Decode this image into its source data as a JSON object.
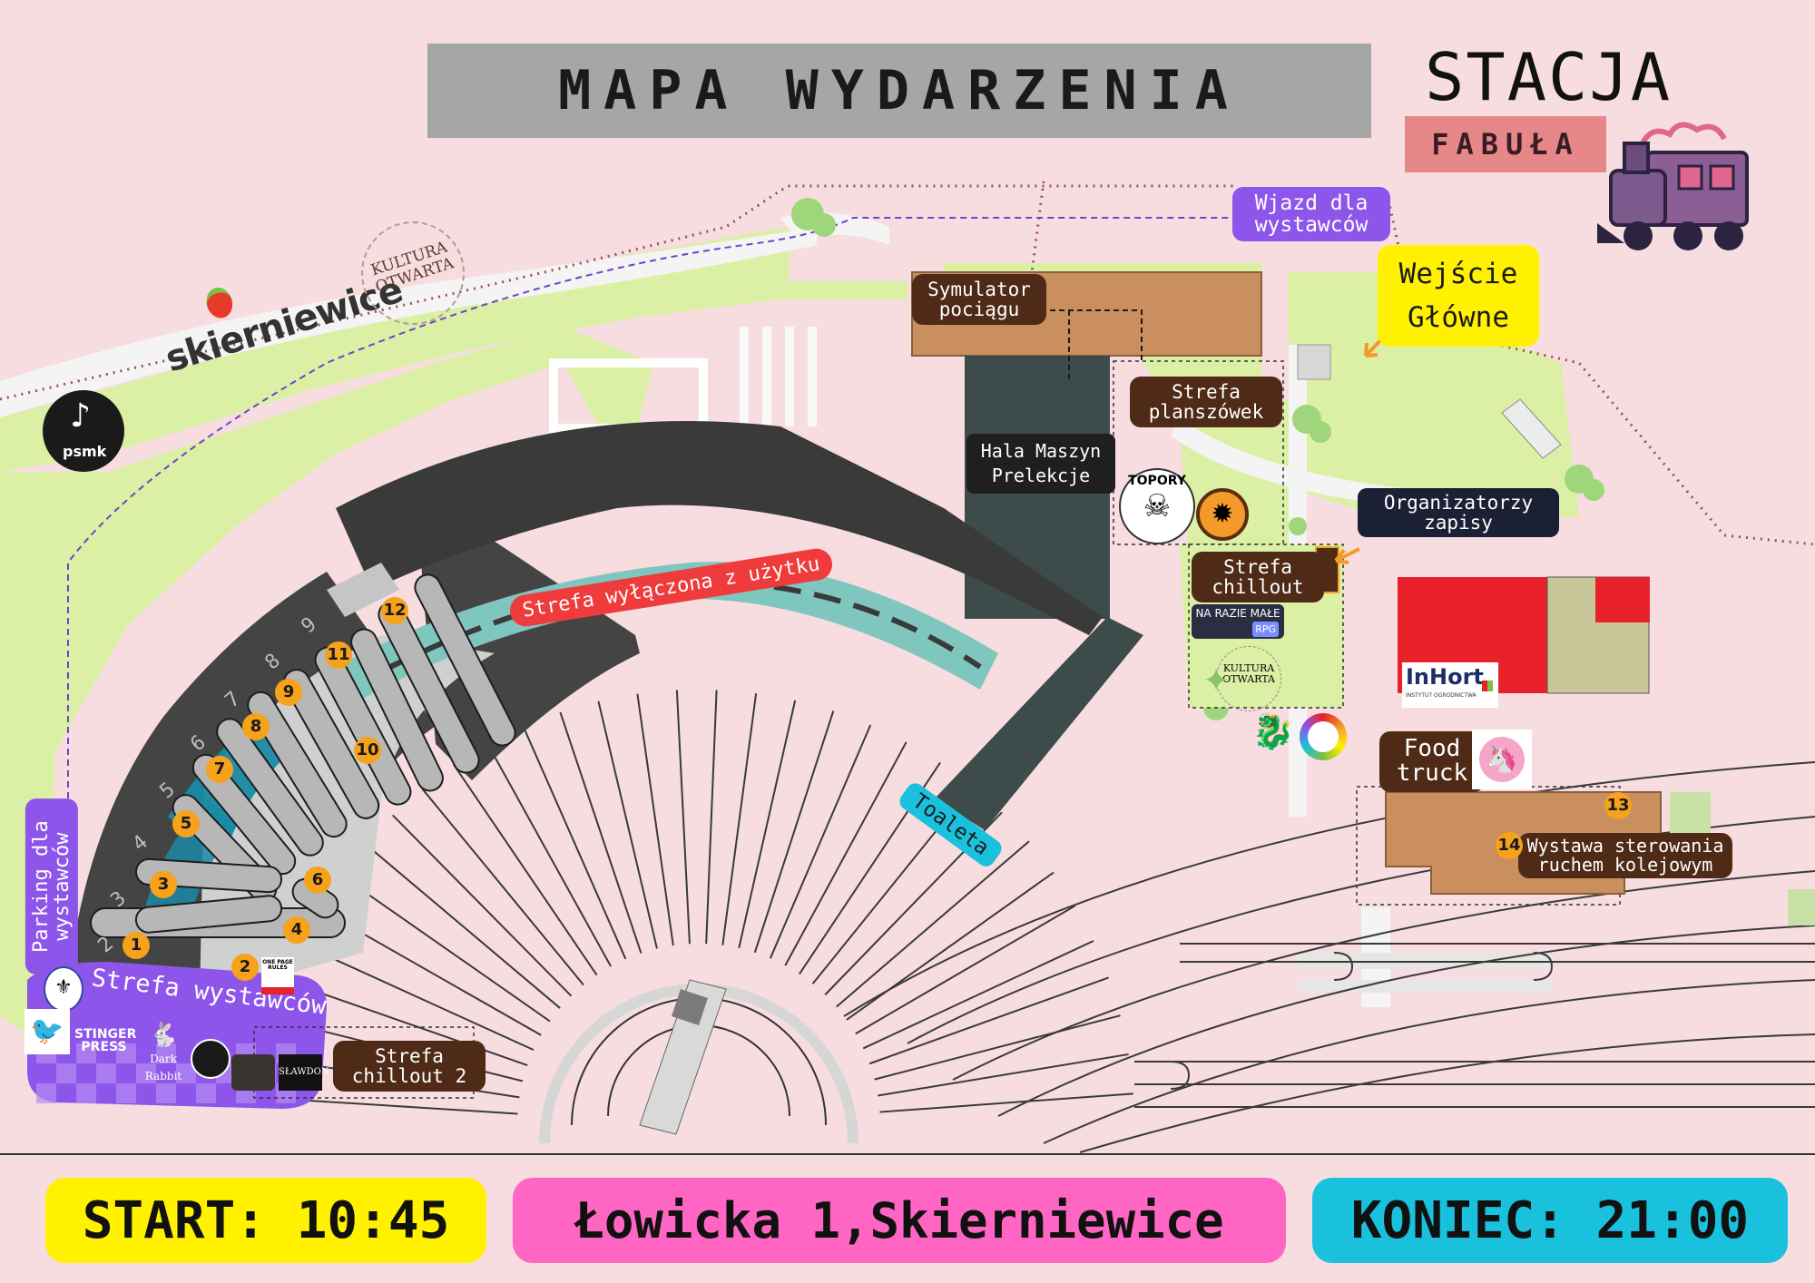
{
  "title": "MAPA WYDARZENIA",
  "brand": {
    "name": "STACJA",
    "tagline": "FABUŁA"
  },
  "sponsors": {
    "city": "skierniewice",
    "culture": "KULTURA OTWARTA",
    "psmk": "psmk"
  },
  "labels": {
    "wjazd": "Wjazd dla wystawców",
    "entrance": "Wejście Główne",
    "simulator": "Symulator pociągu",
    "boardgames": "Strefa planszówek",
    "hall": "Hala Maszyn Prelekcje",
    "organizers": "Organizatorzy zapisy",
    "chillout": "Strefa chillout",
    "disabled_zone": "Strefa wyłączona z użytku",
    "toilet": "Toaleta",
    "food_truck": "Food truck",
    "exhibition": "Wystawa sterowania ruchem kolejowym",
    "parking": "Parking dla wystawców",
    "exhibitors_zone": "Strefa wystawców",
    "chillout2": "Strefa chillout 2"
  },
  "partners": {
    "topory": "TOPORY",
    "na_razie": "NA RAZIE MAŁE",
    "rpg": "RPG",
    "kultura_small": "KULTURA OTWARTA",
    "inhort": "InHort",
    "inhort_sub": "INSTYTUT OGRODNICTWA",
    "one_page": "ONE PAGE RULES",
    "stinger": "STINGER PRESS",
    "dark_rabbit": "Dark Rabbit",
    "slawdon": "SŁAWDON"
  },
  "stand_numbers": [
    "1",
    "2",
    "3",
    "4",
    "5",
    "6",
    "7",
    "8",
    "9",
    "10",
    "11",
    "12",
    "13",
    "14"
  ],
  "track_numbers": [
    "2",
    "3",
    "4",
    "5",
    "6",
    "7",
    "8",
    "9"
  ],
  "footer": {
    "start": "START: 10:45",
    "address": "Łowicka 1,Skierniewice",
    "end": "KONIEC: 21:00"
  },
  "colors": {
    "background": "#f7dde0",
    "grass": "#dbf0a4",
    "building": "#c98f5f",
    "hall": "#3d4b4b",
    "roundhouse": "#444444",
    "exhibitors": "#8e55ea",
    "accent_yellow": "#fff100",
    "accent_pink": "#ff66c4",
    "accent_cyan": "#19c1dd",
    "disabled_red": "#ef3b3b"
  }
}
